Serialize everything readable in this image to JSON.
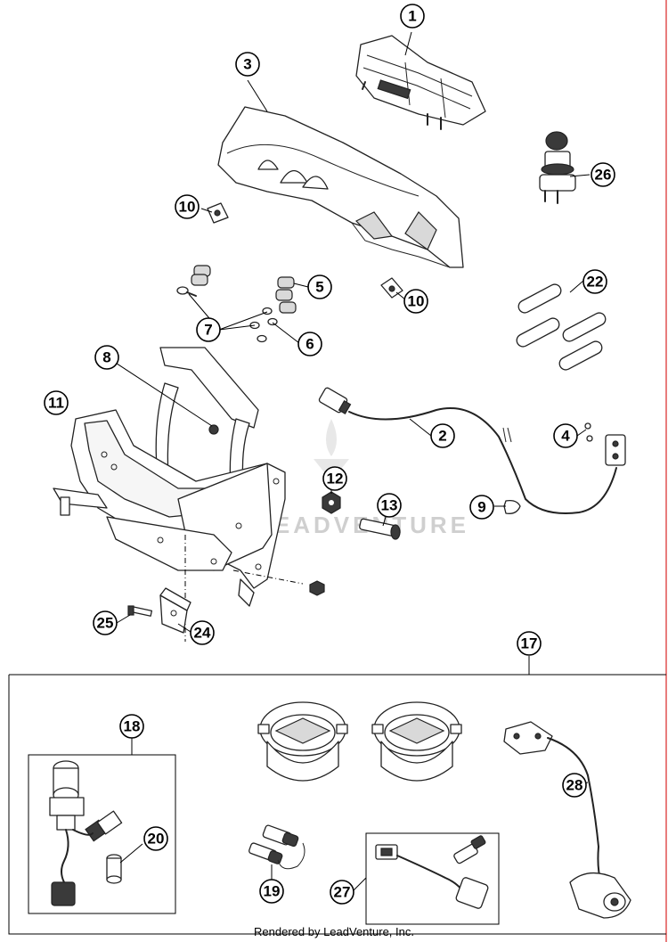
{
  "callouts": {
    "c1": "1",
    "c2": "2",
    "c3": "3",
    "c4": "4",
    "c5": "5",
    "c6": "6",
    "c7": "7",
    "c8": "8",
    "c9": "9",
    "c10a": "10",
    "c10b": "10",
    "c11": "11",
    "c12": "12",
    "c13": "13",
    "c17": "17",
    "c18": "18",
    "c19": "19",
    "c20": "20",
    "c22": "22",
    "c24": "24",
    "c25": "25",
    "c26": "26",
    "c27": "27",
    "c28": "28"
  },
  "watermark": "LEADVENTURE",
  "footer": "Rendered by LeadVenture, Inc.",
  "colors": {
    "line": "#222222",
    "watermark": "#cfcfcf",
    "background": "#ffffff",
    "right_border": "#e05050"
  }
}
